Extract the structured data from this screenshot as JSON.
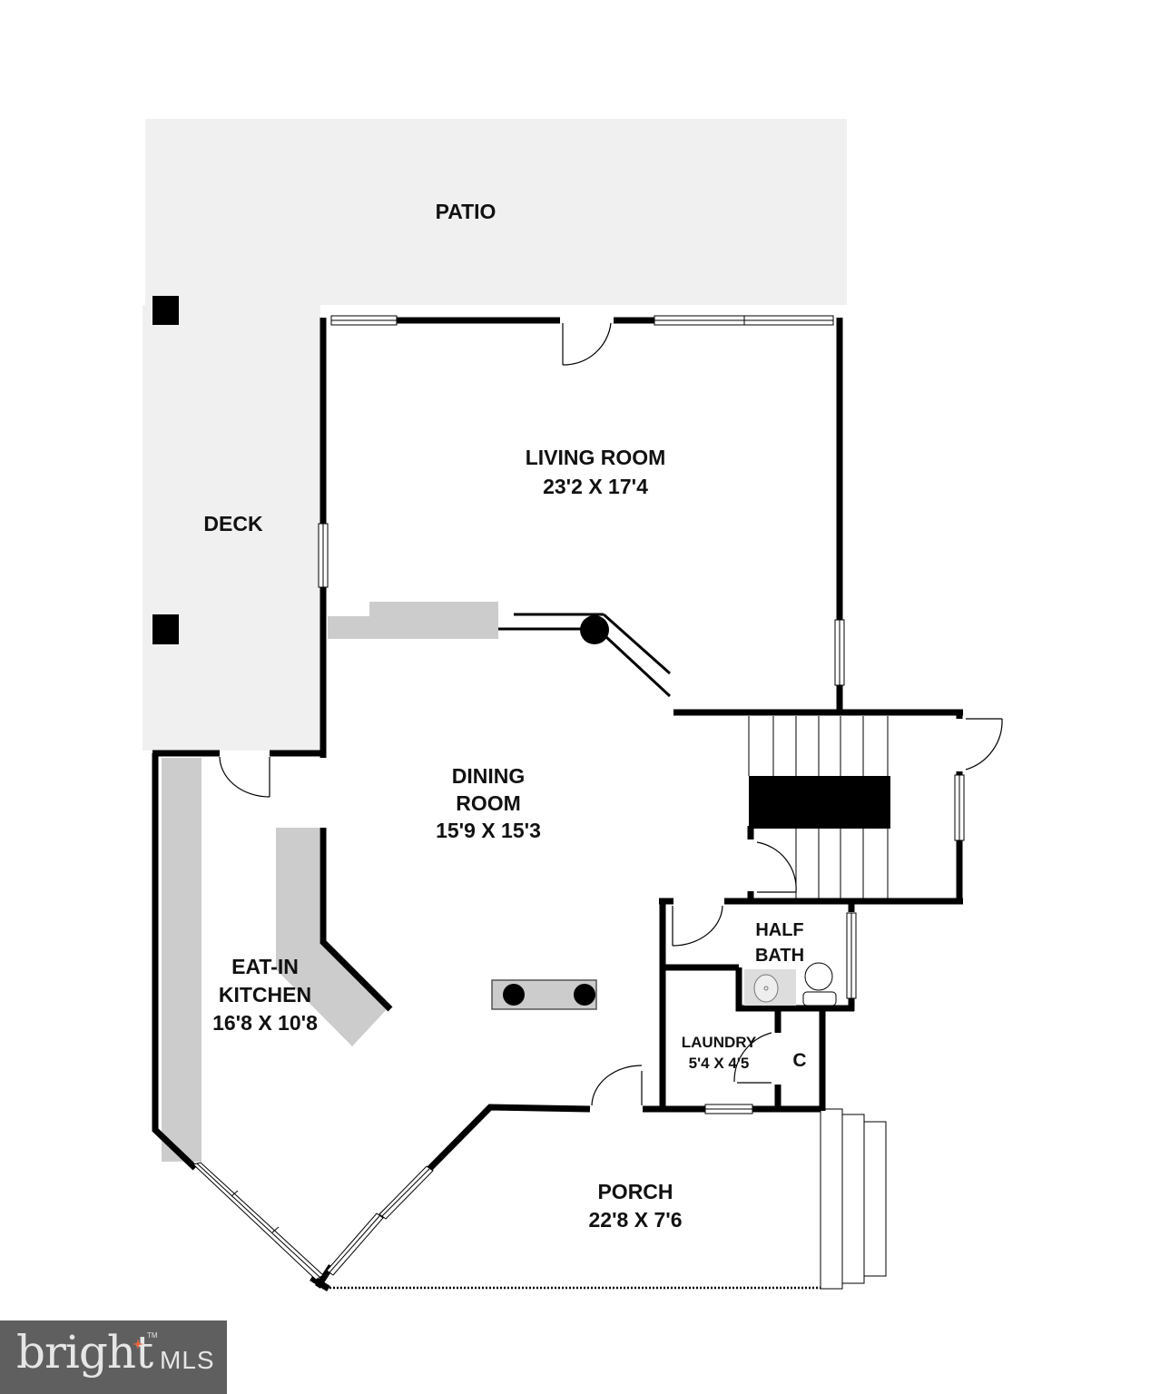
{
  "floorplan": {
    "outdoor": {
      "patio": {
        "label": "PATIO"
      },
      "deck": {
        "label": "DECK"
      },
      "porch": {
        "label": "PORCH",
        "dimensions": "22'8 X 7'6"
      }
    },
    "rooms": {
      "living_room": {
        "label": "LIVING ROOM",
        "dimensions": "23'2 X 17'4"
      },
      "dining_room": {
        "label_line1": "DINING",
        "label_line2": "ROOM",
        "dimensions": "15'9 X 15'3"
      },
      "kitchen": {
        "label_line1": "EAT-IN",
        "label_line2": "KITCHEN",
        "dimensions": "16'8 X 10'8"
      },
      "half_bath": {
        "label_line1": "HALF",
        "label_line2": "BATH"
      },
      "laundry": {
        "label": "LAUNDRY",
        "dimensions": "5'4 X 4'5"
      },
      "closet": {
        "label": "C"
      }
    },
    "colors": {
      "wall": "#000000",
      "outdoor_fill": "#f0f0f0",
      "counter_fill": "#cccccc",
      "background": "#ffffff"
    }
  },
  "watermark": {
    "brand": "bright",
    "suffix": "MLS",
    "trademark": "TM",
    "background": "#5f5f5f",
    "accent": "#e8643c"
  }
}
